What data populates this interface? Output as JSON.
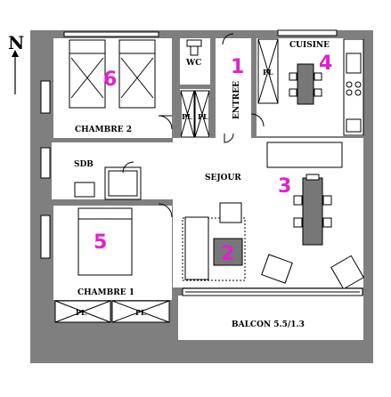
{
  "compass": {
    "label": "N"
  },
  "rooms": {
    "chambre2": "CHAMBRE 2",
    "chambre1": "CHAMBRE 1",
    "wc": "WC",
    "entree": "ENTREE",
    "cuisine": "CUISINE",
    "sdb": "SDB",
    "sejour": "SEJOUR",
    "balcon": "BALCON 5.5/1.3"
  },
  "closets": {
    "pl": "PL"
  },
  "markers": [
    "1",
    "2",
    "3",
    "4",
    "5",
    "6"
  ],
  "colors": {
    "wall": "#7f7f7f",
    "marker": "#e020d0",
    "floor": "#ffffff"
  }
}
